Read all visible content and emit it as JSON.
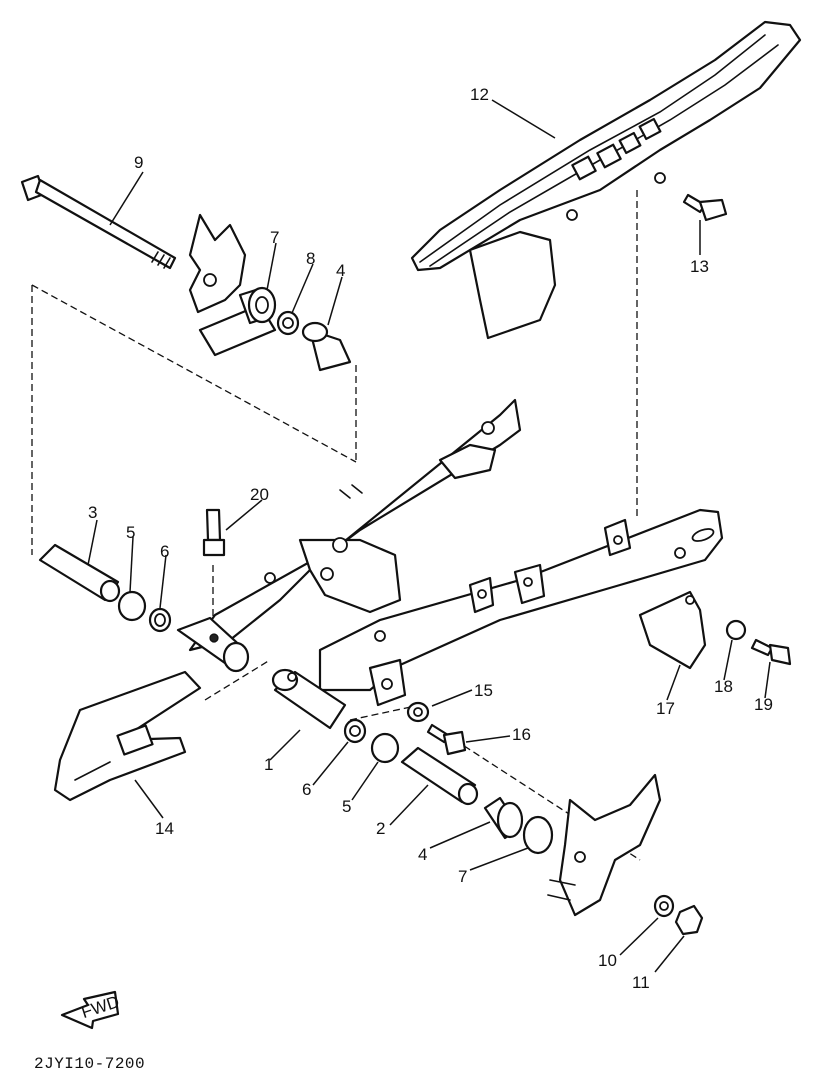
{
  "diagram": {
    "drawing_code": "2JYI10-7200",
    "direction_label": "FWD",
    "callouts": [
      {
        "id": "c1",
        "label": "1"
      },
      {
        "id": "c2",
        "label": "2"
      },
      {
        "id": "c3",
        "label": "3"
      },
      {
        "id": "c4a",
        "label": "4"
      },
      {
        "id": "c4b",
        "label": "4"
      },
      {
        "id": "c5a",
        "label": "5"
      },
      {
        "id": "c5b",
        "label": "5"
      },
      {
        "id": "c6a",
        "label": "6"
      },
      {
        "id": "c6b",
        "label": "6"
      },
      {
        "id": "c7a",
        "label": "7"
      },
      {
        "id": "c7b",
        "label": "7"
      },
      {
        "id": "c8",
        "label": "8"
      },
      {
        "id": "c9",
        "label": "9"
      },
      {
        "id": "c10",
        "label": "10"
      },
      {
        "id": "c11",
        "label": "11"
      },
      {
        "id": "c12",
        "label": "12"
      },
      {
        "id": "c13",
        "label": "13"
      },
      {
        "id": "c14",
        "label": "14"
      },
      {
        "id": "c15",
        "label": "15"
      },
      {
        "id": "c16",
        "label": "16"
      },
      {
        "id": "c17",
        "label": "17"
      },
      {
        "id": "c18",
        "label": "18"
      },
      {
        "id": "c19",
        "label": "19"
      },
      {
        "id": "c20",
        "label": "20"
      }
    ]
  }
}
